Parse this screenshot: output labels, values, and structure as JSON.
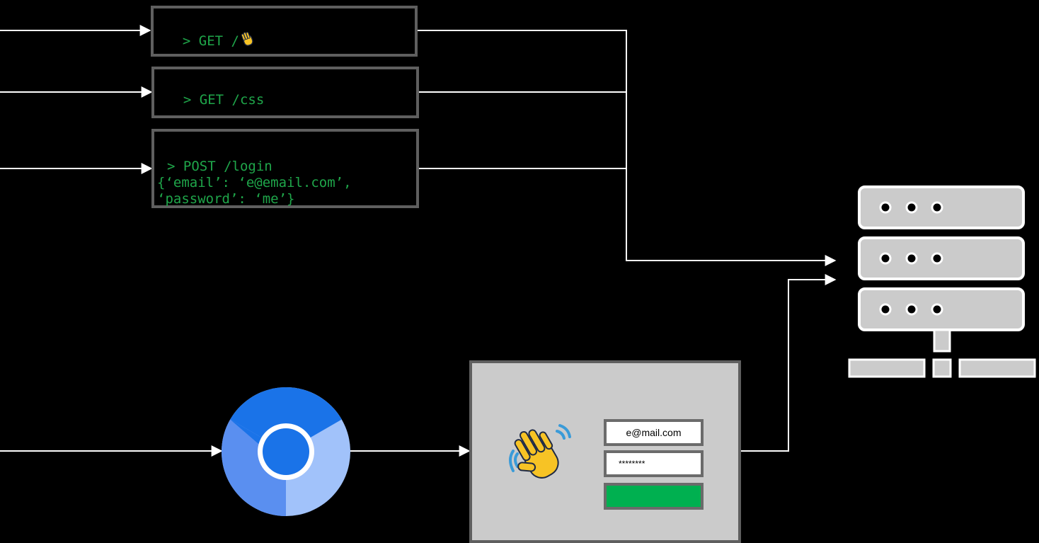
{
  "requests": [
    {
      "method": "GET",
      "path": "/",
      "has_wave_emoji": true
    },
    {
      "method": "GET",
      "path": "/css",
      "has_wave_emoji": false
    },
    {
      "method": "POST",
      "path": "/login",
      "body_line1": "{‘email’: ‘e@email.com’,",
      "body_line2": "‘password’: ‘me’}"
    }
  ],
  "request_labels": [
    "> GET /",
    "> GET /css",
    "> POST /login"
  ],
  "login_form": {
    "email_value": "e@mail.com",
    "password_value": "********"
  },
  "browser_icon": "chromium-icon",
  "page_icon": "waving-hand-icon",
  "server_icon": "server-rack-icon",
  "colors": {
    "background": "#000000",
    "terminal_text": "#1fa64a",
    "terminal_border": "#5f5f5f",
    "page_bg": "#cbcbcb",
    "submit_button": "#00b050",
    "server_unit": "#cbcbcb",
    "arrows": "#ffffff"
  }
}
